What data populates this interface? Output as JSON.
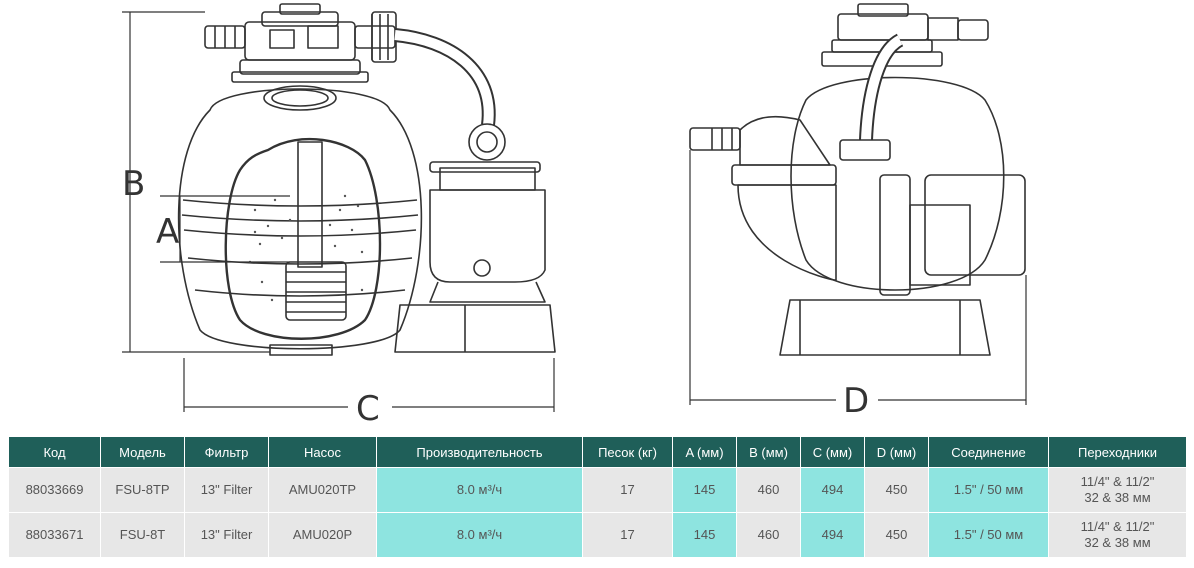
{
  "diagram": {
    "dimension_labels": {
      "a": "A",
      "b": "B",
      "c": "C",
      "d": "D"
    }
  },
  "table": {
    "headers": [
      "Код",
      "Модель",
      "Фильтр",
      "Насос",
      "Производительность",
      "Песок (кг)",
      "A (мм)",
      "B (мм)",
      "C (мм)",
      "D (мм)",
      "Соединение",
      "Переходники"
    ],
    "rows": [
      [
        "88033669",
        "FSU-8TP",
        "13\" Filter",
        "AMU020TP",
        "8.0 м³/ч",
        "17",
        "145",
        "460",
        "494",
        "450",
        "1.5\" / 50 мм",
        "11/4\" & 11/2\"\n32 & 38 мм"
      ],
      [
        "88033671",
        "FSU-8T",
        "13\" Filter",
        "AMU020P",
        "8.0 м³/ч",
        "17",
        "145",
        "460",
        "494",
        "450",
        "1.5\" / 50 мм",
        "11/4\" & 11/2\"\n32 & 38 мм"
      ]
    ]
  },
  "colors": {
    "header_bg": "#1f5f59",
    "cell_grey": "#e7e7e7",
    "cell_teal": "#8ee4e0",
    "line": "#333333"
  }
}
